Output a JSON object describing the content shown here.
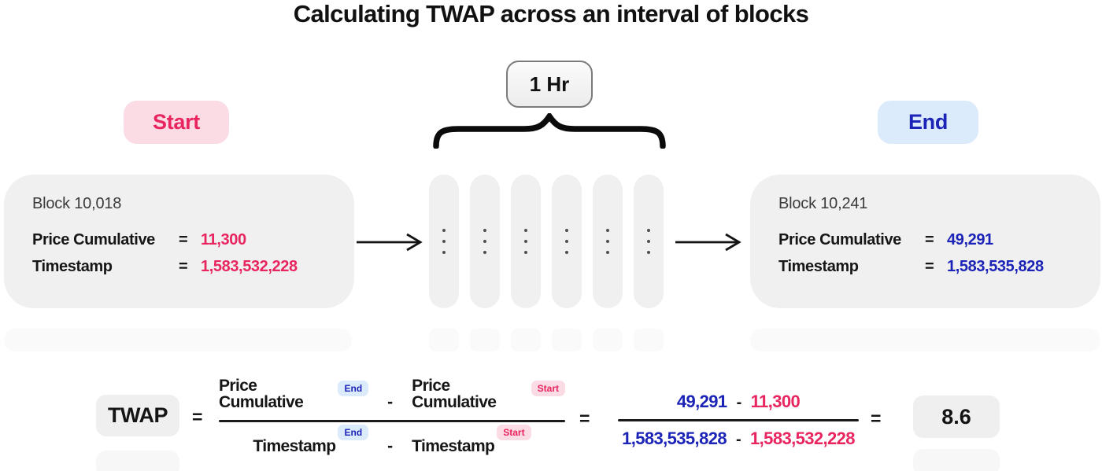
{
  "title": "Calculating TWAP across an interval of blocks",
  "interval_label": "1 Hr",
  "start_badge_label": "Start",
  "end_badge_label": "End",
  "symbols": {
    "equals": "=",
    "minus": "-"
  },
  "start_block": {
    "title": "Block 10,018",
    "price_label": "Price Cumulative",
    "price_value": "11,300",
    "timestamp_label": "Timestamp",
    "timestamp_value": "1,583,532,228"
  },
  "end_block": {
    "title": "Block 10,241",
    "price_label": "Price Cumulative",
    "price_value": "49,291",
    "timestamp_label": "Timestamp",
    "timestamp_value": "1,583,535,828"
  },
  "formula": {
    "twap_label": "TWAP",
    "numerator_left_label": "Price Cumulative",
    "numerator_left_sup": "End",
    "numerator_right_label": "Price Cumulative",
    "numerator_right_sup": "Start",
    "denominator_left_label": "Timestamp",
    "denominator_left_sup": "End",
    "denominator_right_label": "Timestamp",
    "denominator_right_sup": "Start",
    "numeric_numerator_left": "49,291",
    "numeric_numerator_right": "11,300",
    "numeric_denominator_left": "1,583,535,828",
    "numeric_denominator_right": "1,583,532,228",
    "result": "8.6"
  },
  "colors": {
    "start_accent": "#e8255f",
    "start_bg": "#fbdbe4",
    "end_accent": "#1c24b7",
    "end_bg": "#dcebfc",
    "card_bg": "#f0f0f0",
    "ghost_bg": "#fafafa",
    "pill_bg": "#efefef"
  }
}
